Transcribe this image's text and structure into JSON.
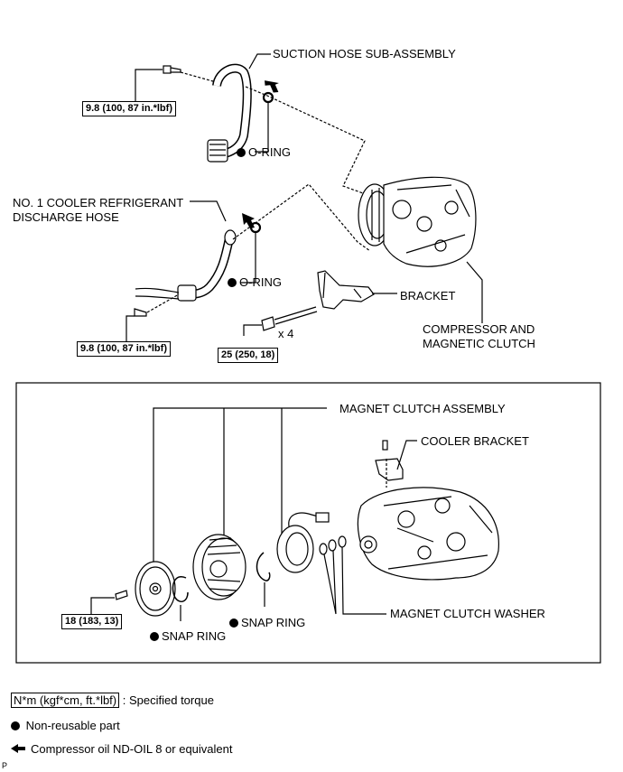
{
  "labels": {
    "suction_hose": "SUCTION HOSE SUB-ASSEMBLY",
    "o_ring_1": "O-RING",
    "o_ring_2": "O-RING",
    "discharge_hose": "NO. 1 COOLER REFRIGERANT\nDISCHARGE HOSE",
    "bracket": "BRACKET",
    "compressor": "COMPRESSOR AND\nMAGNETIC CLUTCH",
    "bolt_qty": "x 4",
    "magnet_clutch_assembly": "MAGNET CLUTCH ASSEMBLY",
    "cooler_bracket": "COOLER BRACKET",
    "snap_ring_1": "SNAP RING",
    "snap_ring_2": "SNAP RING",
    "magnet_clutch_washer": "MAGNET CLUTCH WASHER"
  },
  "torques": {
    "suction_bolt": "9.8 (100, 87 in.*lbf)",
    "discharge_bolt": "9.8 (100, 87 in.*lbf)",
    "compressor_bolts": "25 (250, 18)",
    "clutch_bolt": "18 (183, 13)"
  },
  "legend": {
    "torque_unit": "N*m (kgf*cm, ft.*lbf)",
    "torque_desc": ": Specified torque",
    "non_reusable": "Non-reusable part",
    "oil": "Compressor oil ND-OIL 8 or equivalent"
  },
  "footer": {
    "mark": "P"
  }
}
